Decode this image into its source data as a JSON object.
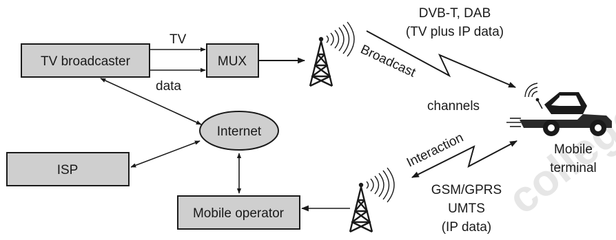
{
  "nodes": {
    "tv_broadcaster": "TV broadcaster",
    "mux": "MUX",
    "internet": "Internet",
    "isp": "ISP",
    "mobile_operator": "Mobile operator"
  },
  "labels": {
    "tv": "TV",
    "data": "data",
    "broadcast": "Broadcast",
    "channels": "channels",
    "interaction": "Interaction",
    "dvb_line1": "DVB-T, DAB",
    "dvb_line2": "(TV plus IP data)",
    "mobile_line1": "Mobile",
    "mobile_line2": "terminal",
    "gsm_line1": "GSM/GPRS",
    "gsm_line2": "UMTS",
    "gsm_line3": "(IP data)"
  },
  "watermark": "college",
  "colors": {
    "box_fill": "#cfcfcf",
    "stroke": "#1a1a1a",
    "watermark": "#e6e6e6"
  }
}
